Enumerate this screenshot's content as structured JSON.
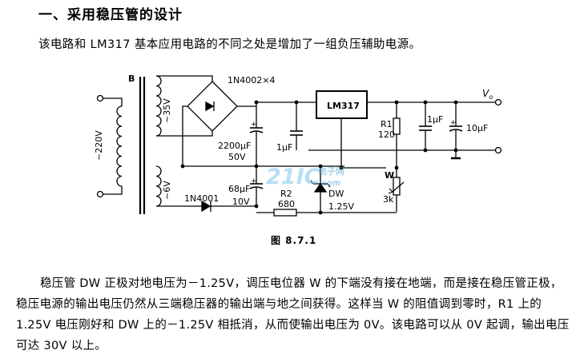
{
  "heading": "一、采用稳压管的设计",
  "intro": "该电路和 LM317 基本应用电路的不同之处是增加了一组负压辅助电源。",
  "schematic": {
    "transformer_label": "B",
    "input_voltage": "~220V",
    "secondary_high": "~35V",
    "secondary_low": "~6V",
    "bridge_label": "1N4002×4",
    "regulator": "LM317",
    "c_main_value": "2200μF",
    "c_main_voltage": "50V",
    "c_1uf_a": "1μF",
    "c_1uf_b": "1μF",
    "c_out": "10μF",
    "r1_name": "R1",
    "r1_value": "120",
    "c_neg_value": "68μF",
    "c_neg_voltage": "10V",
    "r2_name": "R2",
    "r2_value": "680",
    "diode_label": "1N4001",
    "zener_name": "DW",
    "zener_voltage": "1.25V",
    "pot_name": "W",
    "pot_value": "3k",
    "output_label": "V",
    "output_sub": "o"
  },
  "watermark": {
    "brand": "21IC",
    "suffix": "电子网",
    "domain": "com"
  },
  "caption": "图 8.7.1",
  "body": "稳压管 DW 正极对地电压为－1.25V，调压电位器 W 的下端没有接在地端，而是接在稳压管正极，稳压电源的输出电压仍然从三端稳压器的输出端与地之间获得。这样当 W 的阻值调到零时，R1 上的 1.25V 电压刚好和 DW 上的－1.25V 相抵消，从而使输出电压为 0V。该电路可以从 0V 起调，输出电压可达 30V 以上。"
}
